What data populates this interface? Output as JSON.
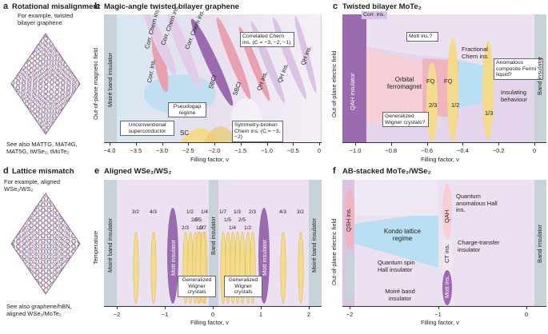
{
  "a": {
    "letter": "a",
    "title": "Rotational misalignment",
    "caption": "For example, twisted bilayer graphene",
    "note": "See also MATTG, MAT4G, MAT5G, tWSe₂, tMoTe₂"
  },
  "b": {
    "letter": "b",
    "title": "Magic-angle twisted bilayer graphene",
    "ylabel": "Out-of-plane magnetic field",
    "xlabel": "Filling factor, ν",
    "ticks": [
      "−4.0",
      "−3.5",
      "−3.0",
      "−2.5",
      "−2.0",
      "−1.5",
      "−1.0",
      "−0.5",
      "0"
    ],
    "labels": {
      "moire": "Moiré band insulator",
      "corr_chern1": "Corr. Chern ins.",
      "corr_chern2": "Corr. Chern ins.",
      "corr_chern3": "Corr. Chern ins.",
      "corr_ins": "Corr. ins.",
      "correlated_chern": "Correlated Chern ins. (C = −3, −2, −1)",
      "sbci1": "SBCI",
      "sbci2": "SBCI",
      "qh1": "QH ins.",
      "qh2": "QH ins.",
      "qh3": "QH ins.",
      "pseudogap": "Pseudogap regime",
      "unconv": "Unconventional superconductor",
      "sc": "SC",
      "symbroken": "Symmetry-broken Chern ins. (C = −3, −2)"
    }
  },
  "c": {
    "letter": "c",
    "title": "Twisted bilayer MoTe₂",
    "ylabel": "Out-of-plane electric field",
    "xlabel": "Filling factor, ν",
    "ticks": [
      "−1.0",
      "−0.8",
      "−0.6",
      "−0.4",
      "−0.2",
      "0"
    ],
    "labels": {
      "corr_ins": "Corr. ins.",
      "mott": "Mott ins.?",
      "qah": "QAH insulator",
      "orbital": "Orbital ferromagnet",
      "fq1": "FQ",
      "fq2": "FQ",
      "frac_chern": "Fractional Chern ins.",
      "anomalous": "Anomalous composite Fermi liquid?",
      "insulating": "Insulating behaviour",
      "gen_wigner": "Generalized Wigner crystals?",
      "band_ins": "Band insulator",
      "f23": "2/3",
      "f12": "1/2",
      "f13": "1/3"
    }
  },
  "d": {
    "letter": "d",
    "title": "Lattice mismatch",
    "caption": "For example, aligned WSe₂/WS₂",
    "note": "See also graphene/hBN, aligned WSe₂/MoTe₂"
  },
  "e": {
    "letter": "e",
    "title": "Aligned WSe₂/WS₂",
    "ylabel": "Temperature",
    "xlabel": "Filling factor, ν",
    "ticks": [
      "−2",
      "−1",
      "0",
      "1",
      "2"
    ],
    "labels": {
      "moire_l": "Moiré band insulator",
      "moire_r": "Moiré band insulator",
      "band": "Band insulator",
      "mott1": "Mott insulator",
      "mott2": "Mott insulator",
      "gw1": "Generalized Wigner crystals",
      "gw2": "Generalized Wigner crystals"
    },
    "fractions_left": [
      "3/2",
      "4/3",
      "2/3",
      "1/2",
      "2/5",
      "1/3",
      "1/4",
      "1/5",
      "1/7"
    ],
    "fractions_right": [
      "1/7",
      "1/5",
      "1/4",
      "1/3",
      "2/5",
      "1/2",
      "2/3",
      "4/3",
      "3/2"
    ]
  },
  "f": {
    "letter": "f",
    "title": "AB-stacked MoTe₂/WSe₂",
    "ylabel": "Out-of-plane electric field",
    "xlabel": "Filling factor, ν",
    "ticks": [
      "−2",
      "−1",
      "0"
    ],
    "labels": {
      "qsh_ins": "QSH ins.",
      "kondo": "Kondo lattice regime",
      "qsh": "Quantum spin Hall insulator",
      "moire": "Moiré band insulator",
      "qah": "QAH",
      "qah_full": "Quantum anomalous Hall ins.",
      "ct": "CT ins.",
      "ct_full": "Charge-transfer insulator",
      "mott": "Mott ins.",
      "band": "Band insulator"
    }
  },
  "colors": {
    "purple": "#9b6bb0",
    "purple_light": "#d9c4e3",
    "pink": "#e9a0b0",
    "yellow": "#f3da8c",
    "blue": "#a9d7ef",
    "grey": "#c7d3d9",
    "red_lattice": "#d9545c",
    "blue_lattice": "#3c8fd0"
  }
}
